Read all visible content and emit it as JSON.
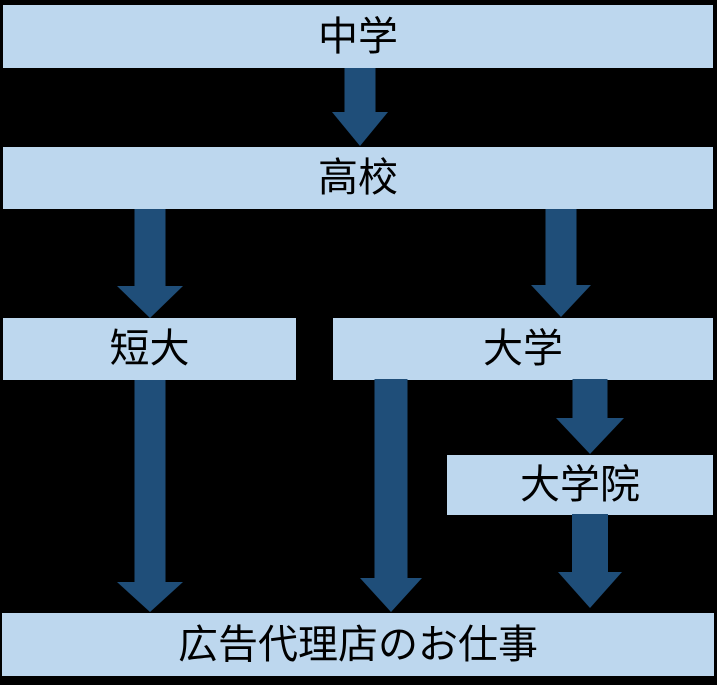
{
  "diagram": {
    "title_meaning": "education-path-flowchart",
    "colors": {
      "background": "#000000",
      "node_fill": "#BDD7EE",
      "arrow": "#1F4E79",
      "text": "#000000"
    },
    "nodes": [
      {
        "id": "junior-high",
        "label": "中学"
      },
      {
        "id": "high-school",
        "label": "高校"
      },
      {
        "id": "junior-college",
        "label": "短大"
      },
      {
        "id": "university",
        "label": "大学"
      },
      {
        "id": "grad-school",
        "label": "大学院"
      },
      {
        "id": "ad-agency-job",
        "label": "広告代理店のお仕事"
      }
    ],
    "edges": [
      {
        "from": "junior-high",
        "to": "high-school"
      },
      {
        "from": "high-school",
        "to": "junior-college"
      },
      {
        "from": "high-school",
        "to": "university"
      },
      {
        "from": "junior-college",
        "to": "ad-agency-job"
      },
      {
        "from": "university",
        "to": "ad-agency-job"
      },
      {
        "from": "university",
        "to": "grad-school"
      },
      {
        "from": "grad-school",
        "to": "ad-agency-job"
      }
    ]
  }
}
